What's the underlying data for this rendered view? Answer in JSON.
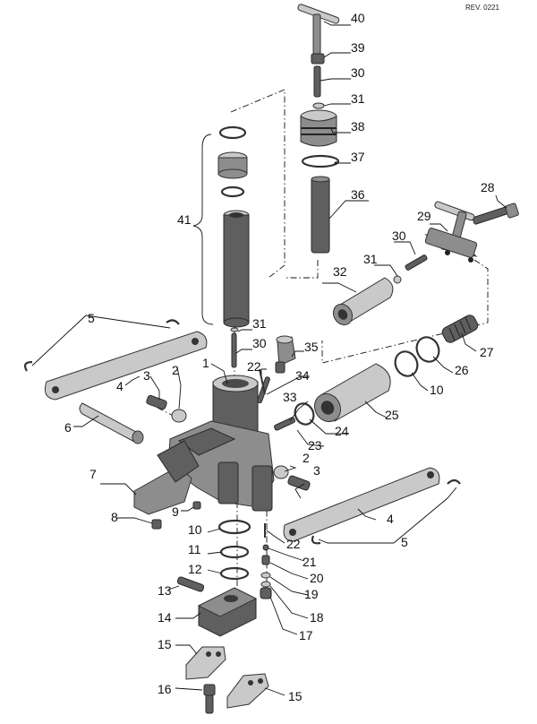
{
  "revision": "REV. 0221",
  "labels": {
    "p1": "1",
    "p2a": "2",
    "p2b": "2",
    "p3a": "3",
    "p3b": "3",
    "p4a": "4",
    "p4b": "4",
    "p5a": "5",
    "p5b": "5",
    "p6": "6",
    "p7": "7",
    "p8": "8",
    "p9": "9",
    "p10a": "10",
    "p10b": "10",
    "p11": "11",
    "p12": "12",
    "p13": "13",
    "p14": "14",
    "p15a": "15",
    "p15b": "15",
    "p16": "16",
    "p17": "17",
    "p18": "18",
    "p19": "19",
    "p20": "20",
    "p21": "21",
    "p22a": "22",
    "p22b": "22",
    "p23": "23",
    "p24": "24",
    "p25": "25",
    "p26": "26",
    "p27": "27",
    "p28": "28",
    "p29": "29",
    "p30a": "30",
    "p30b": "30",
    "p30c": "30",
    "p31a": "31",
    "p31b": "31",
    "p31c": "31",
    "p32": "32",
    "p33": "33",
    "p34": "34",
    "p35": "35",
    "p36": "36",
    "p37": "37",
    "p38": "38",
    "p39": "39",
    "p40": "40",
    "p41": "41"
  }
}
